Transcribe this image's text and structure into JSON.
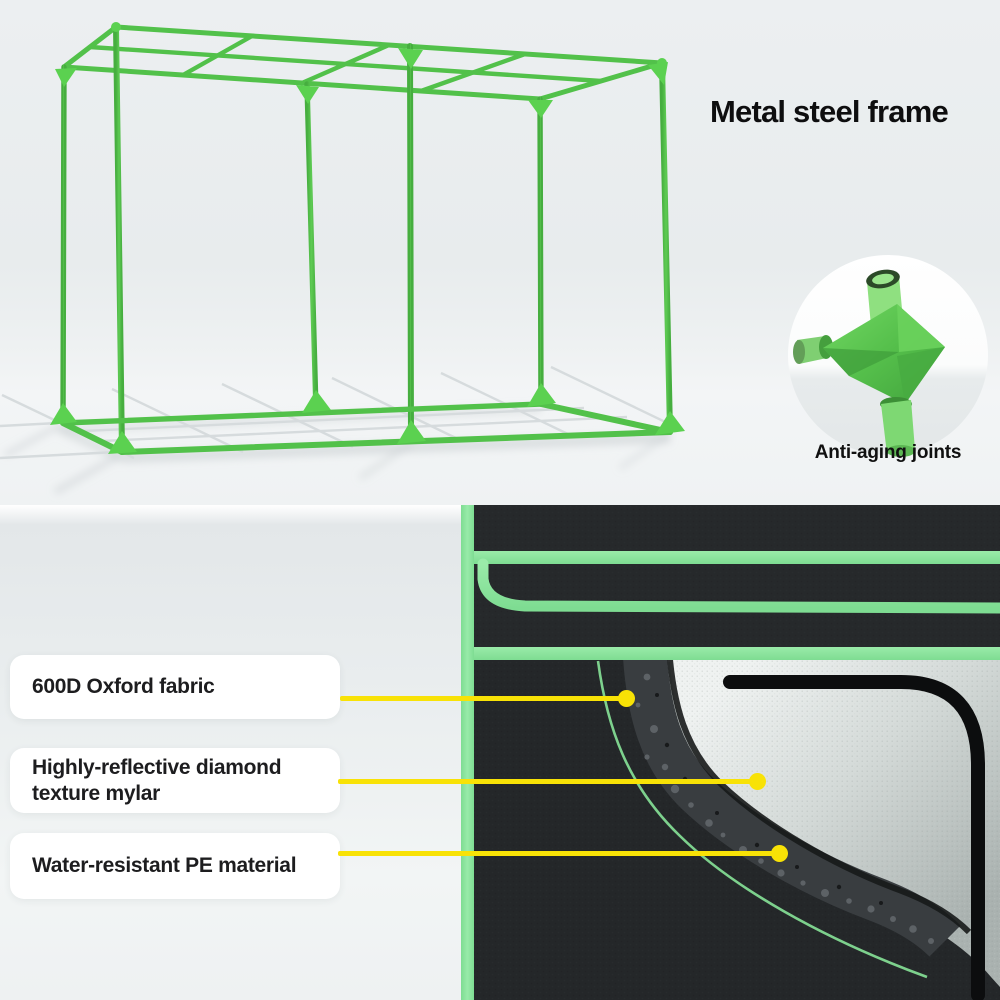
{
  "meta": {
    "kind": "product-feature-infographic",
    "subject": "grow tent frame and fabric materials"
  },
  "top_panel": {
    "headline": "Metal steel frame",
    "inset_caption": "Anti-aging joints",
    "illustration": "green-steel-frame-render"
  },
  "bottom_panel": {
    "photo": "fabric-layer-cutaway",
    "callouts": [
      {
        "lines": [
          "600D Oxford fabric",
          ""
        ]
      },
      {
        "lines": [
          "Highly-reflective diamond",
          "texture mylar"
        ]
      },
      {
        "lines": [
          "Water-resistant PE material",
          ""
        ]
      }
    ]
  },
  "colors": {
    "frame_green": "#55c34c",
    "joint_green": "#5bd150",
    "trim_green": "#8ce6a0",
    "stitch_green": "#83da92",
    "callout_yellow": "#f8e206",
    "fabric_dark": "#242729",
    "droplet_layer": "#3a3e41",
    "mylar_light": "#dfe3e2",
    "label_bg": "#ffffff",
    "text_dark": "#121212",
    "bg_light": "#eceff1"
  }
}
